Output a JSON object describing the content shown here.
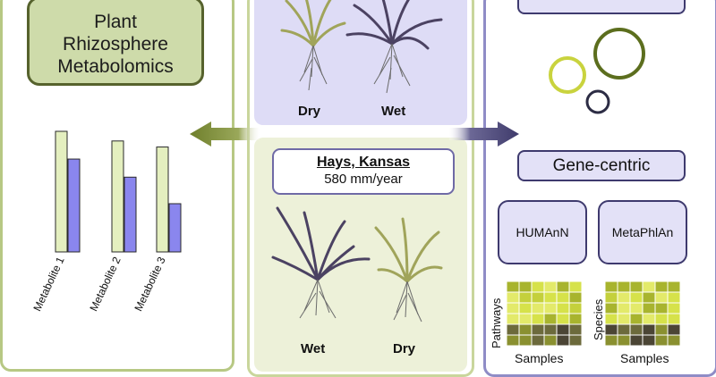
{
  "title_box": {
    "line1": "Plant",
    "line2": "Rhizosphere",
    "line3": "Metabolomics"
  },
  "site": {
    "name": "Hays, Kansas",
    "precipitation": "580 mm/year"
  },
  "top_conditions": [
    "Dry",
    "Wet"
  ],
  "bottom_conditions": [
    "Wet",
    "Dry"
  ],
  "gene_centric_label": "Gene-centric",
  "tools": [
    "HUMAnN",
    "MetaPhlAn"
  ],
  "heatmaps": [
    {
      "ylabel": "Pathways",
      "xlabel": "Samples"
    },
    {
      "ylabel": "Species",
      "xlabel": "Samples"
    }
  ],
  "colors": {
    "olive": "#7a8a35",
    "purple_arrow": "#4b4775",
    "bar_green": "#e4efbf",
    "bar_purple": "#8a86ee",
    "circle_olive": "#5c6e1e",
    "circle_lime": "#c9d33e",
    "circle_dark": "#2c2c44"
  },
  "chart_data": {
    "type": "bar",
    "categories": [
      "Metabolite 1",
      "Metabolite 2",
      "Metabolite 3"
    ],
    "series": [
      {
        "values": [
          1.0,
          0.92,
          0.87
        ]
      },
      {
        "values": [
          0.77,
          0.62,
          0.4
        ]
      }
    ],
    "xlabel": "",
    "ylabel": ""
  }
}
